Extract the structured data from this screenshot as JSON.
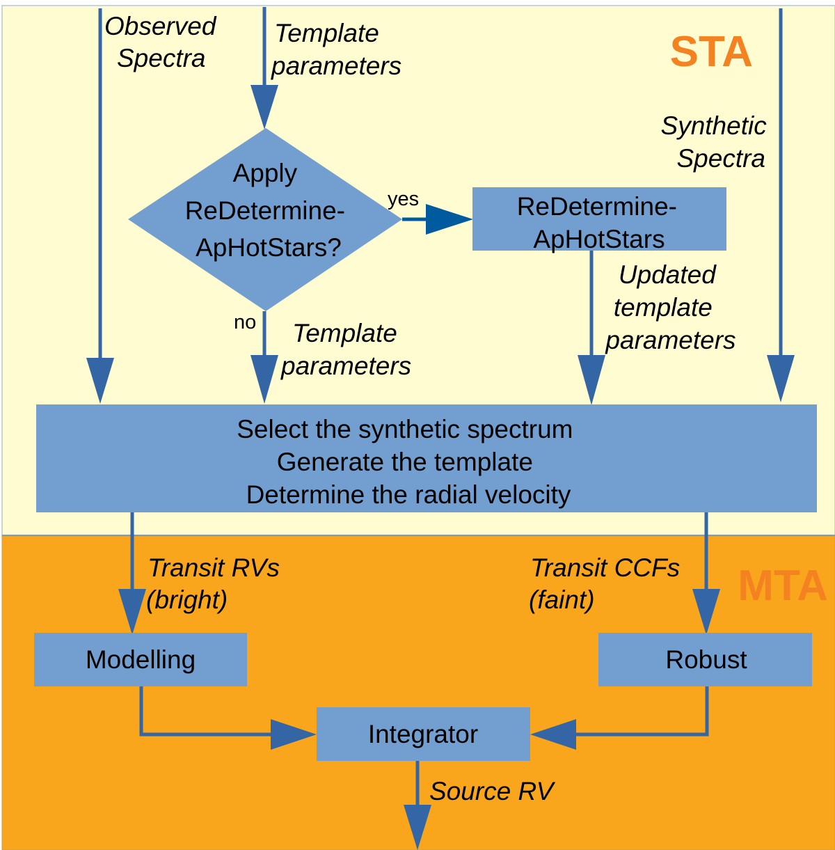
{
  "colors": {
    "sta_background": "#fffcd2",
    "mta_background": "#f9a61c",
    "box_fill": "#729fcf",
    "arrow": "#3465a4",
    "yes_arrow": "#005a9e",
    "section_label": "#f58220",
    "border": "#b8c8d8"
  },
  "sections": {
    "sta": {
      "label": "STA"
    },
    "mta": {
      "label": "MTA"
    }
  },
  "inputs": {
    "observed_spectra": [
      "Observed",
      "Spectra"
    ],
    "template_parameters": [
      "Template",
      "parameters"
    ],
    "synthetic_spectra": [
      "Synthetic",
      "Spectra"
    ]
  },
  "decision": {
    "lines": [
      "Apply",
      "ReDetermine-",
      "ApHotStars?"
    ],
    "yes_label": "yes",
    "no_label": "no"
  },
  "redetermine_box": {
    "lines": [
      "ReDetermine-",
      "ApHotStars"
    ]
  },
  "edge_labels": {
    "template_parameters_no": [
      "Template",
      "parameters"
    ],
    "updated_template_parameters": [
      "Updated",
      "template",
      "parameters"
    ],
    "transit_rvs": [
      "Transit RVs",
      "(bright)"
    ],
    "transit_ccfs": [
      "Transit CCFs",
      "(faint)"
    ],
    "source_rv": "Source RV"
  },
  "main_box": {
    "lines": [
      "Select the synthetic spectrum",
      "Generate the template",
      "Determine the radial velocity"
    ]
  },
  "modelling_box": {
    "label": "Modelling"
  },
  "robust_box": {
    "label": "Robust"
  },
  "integrator_box": {
    "label": "Integrator"
  }
}
